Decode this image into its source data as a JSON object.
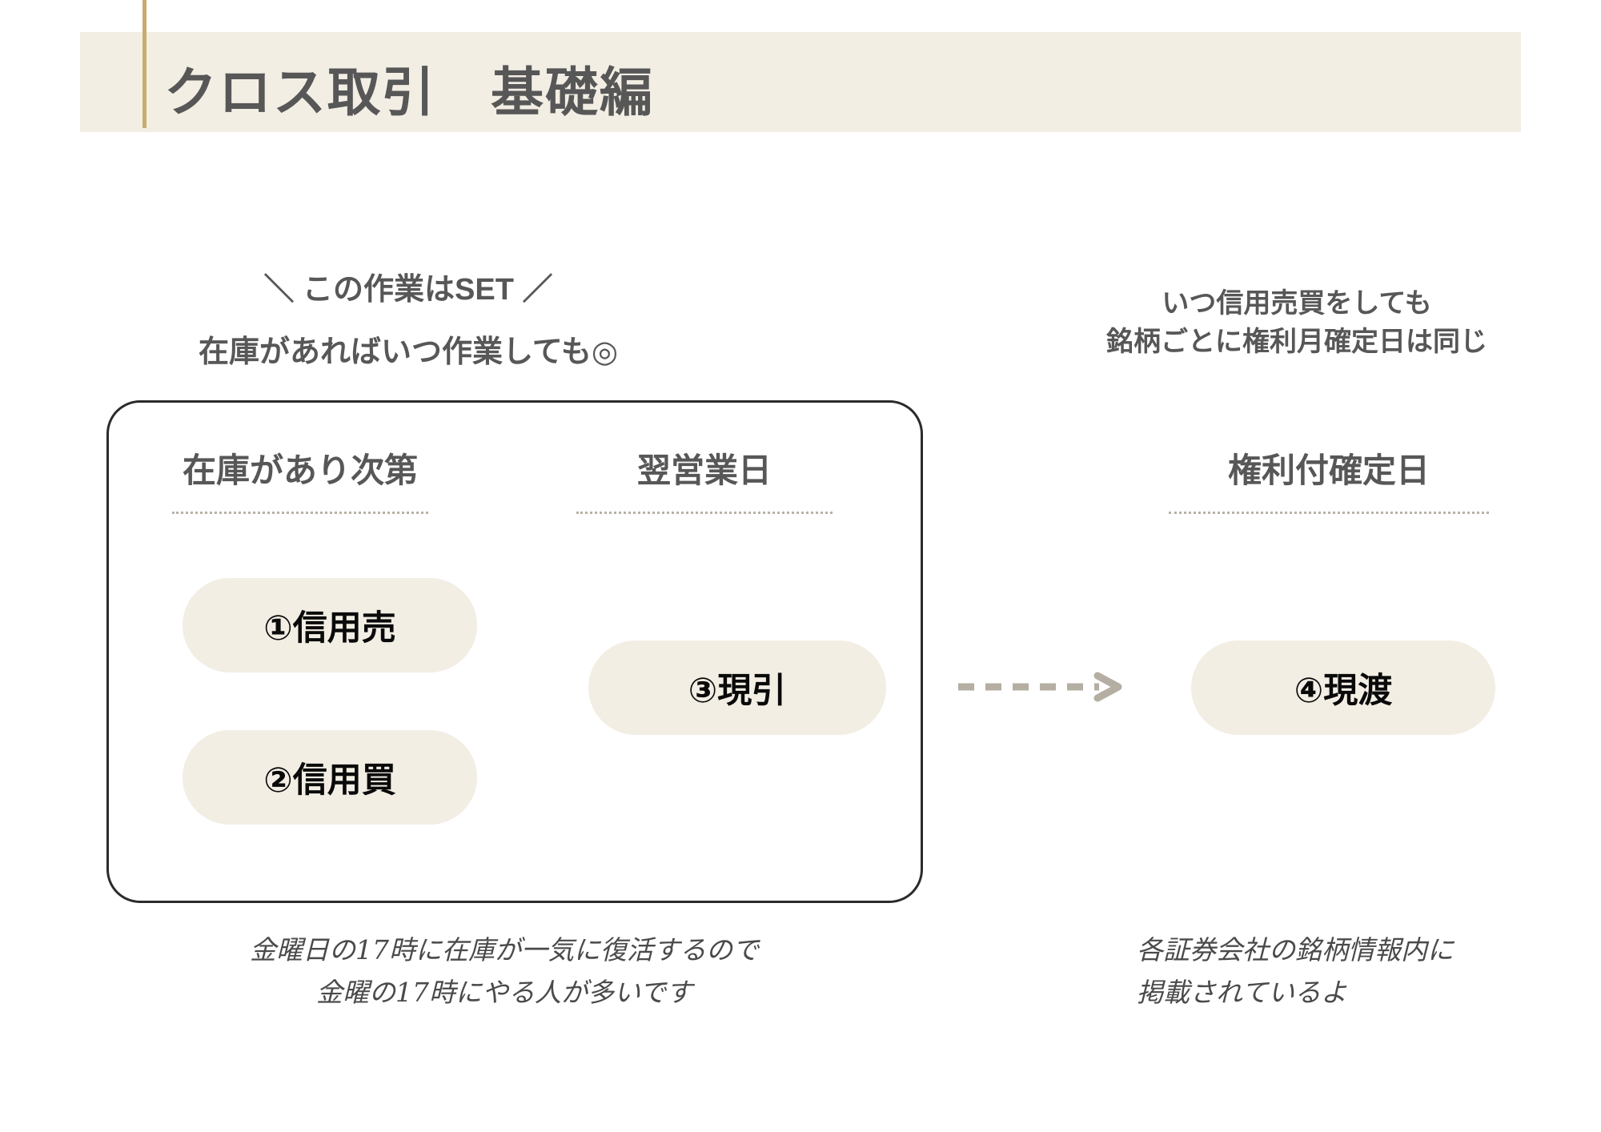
{
  "header": {
    "title": "クロス取引　基礎編",
    "accent_color": "#c9ab6e",
    "banner_color": "#f2eee4",
    "text_color": "#575757"
  },
  "left_section": {
    "set_caption": "＼ この作業はSET ／",
    "stock_caption": "在庫があればいつ作業しても◎",
    "columns": [
      {
        "title": "在庫があり次第"
      },
      {
        "title": "翌営業日"
      }
    ],
    "steps": [
      {
        "label": "①信用売"
      },
      {
        "label": "②信用買"
      },
      {
        "label": "③現引"
      }
    ],
    "note_lines": [
      "金曜日の17時に在庫が一気に復活するので",
      "金曜の17時にやる人が多いです"
    ]
  },
  "right_section": {
    "caption_lines": [
      "いつ信用売買をしても",
      "銘柄ごとに権利月確定日は同じ"
    ],
    "column": {
      "title": "権利付確定日"
    },
    "steps": [
      {
        "label": "④現渡"
      }
    ],
    "note_lines": [
      "各証券会社の銘柄情報内に",
      "掲載されているよ"
    ]
  },
  "connector": {
    "icon": "dashed-arrow-right-icon",
    "color": "#b5aea2"
  },
  "palette": {
    "pill_bg": "#f2eee4",
    "pill_text": "#0a0a0a",
    "box_border": "#2b2b2b",
    "dotted_rule": "#b8b2a4"
  }
}
